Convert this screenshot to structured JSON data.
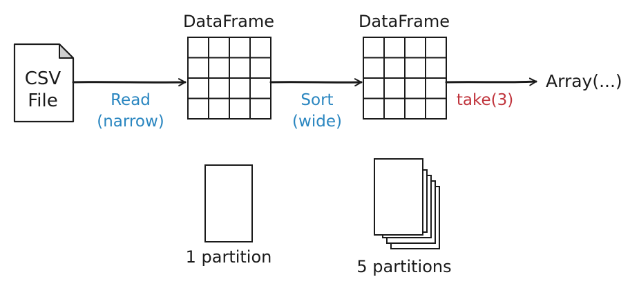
{
  "source": {
    "line1": "CSV",
    "line2": "File"
  },
  "frames": [
    {
      "title": "DataFrame"
    },
    {
      "title": "DataFrame"
    }
  ],
  "steps": [
    {
      "line1": "Read",
      "line2": "(narrow)"
    },
    {
      "line1": "Sort",
      "line2": "(wide)"
    },
    {
      "line1": "take(3)"
    }
  ],
  "result": "Array(...)",
  "partitions": [
    {
      "label": "1 partition"
    },
    {
      "label": "5 partitions"
    }
  ],
  "colors": {
    "ink": "#1a1a1a",
    "narrow_wide": "#2a86c0",
    "action": "#c0343c"
  }
}
